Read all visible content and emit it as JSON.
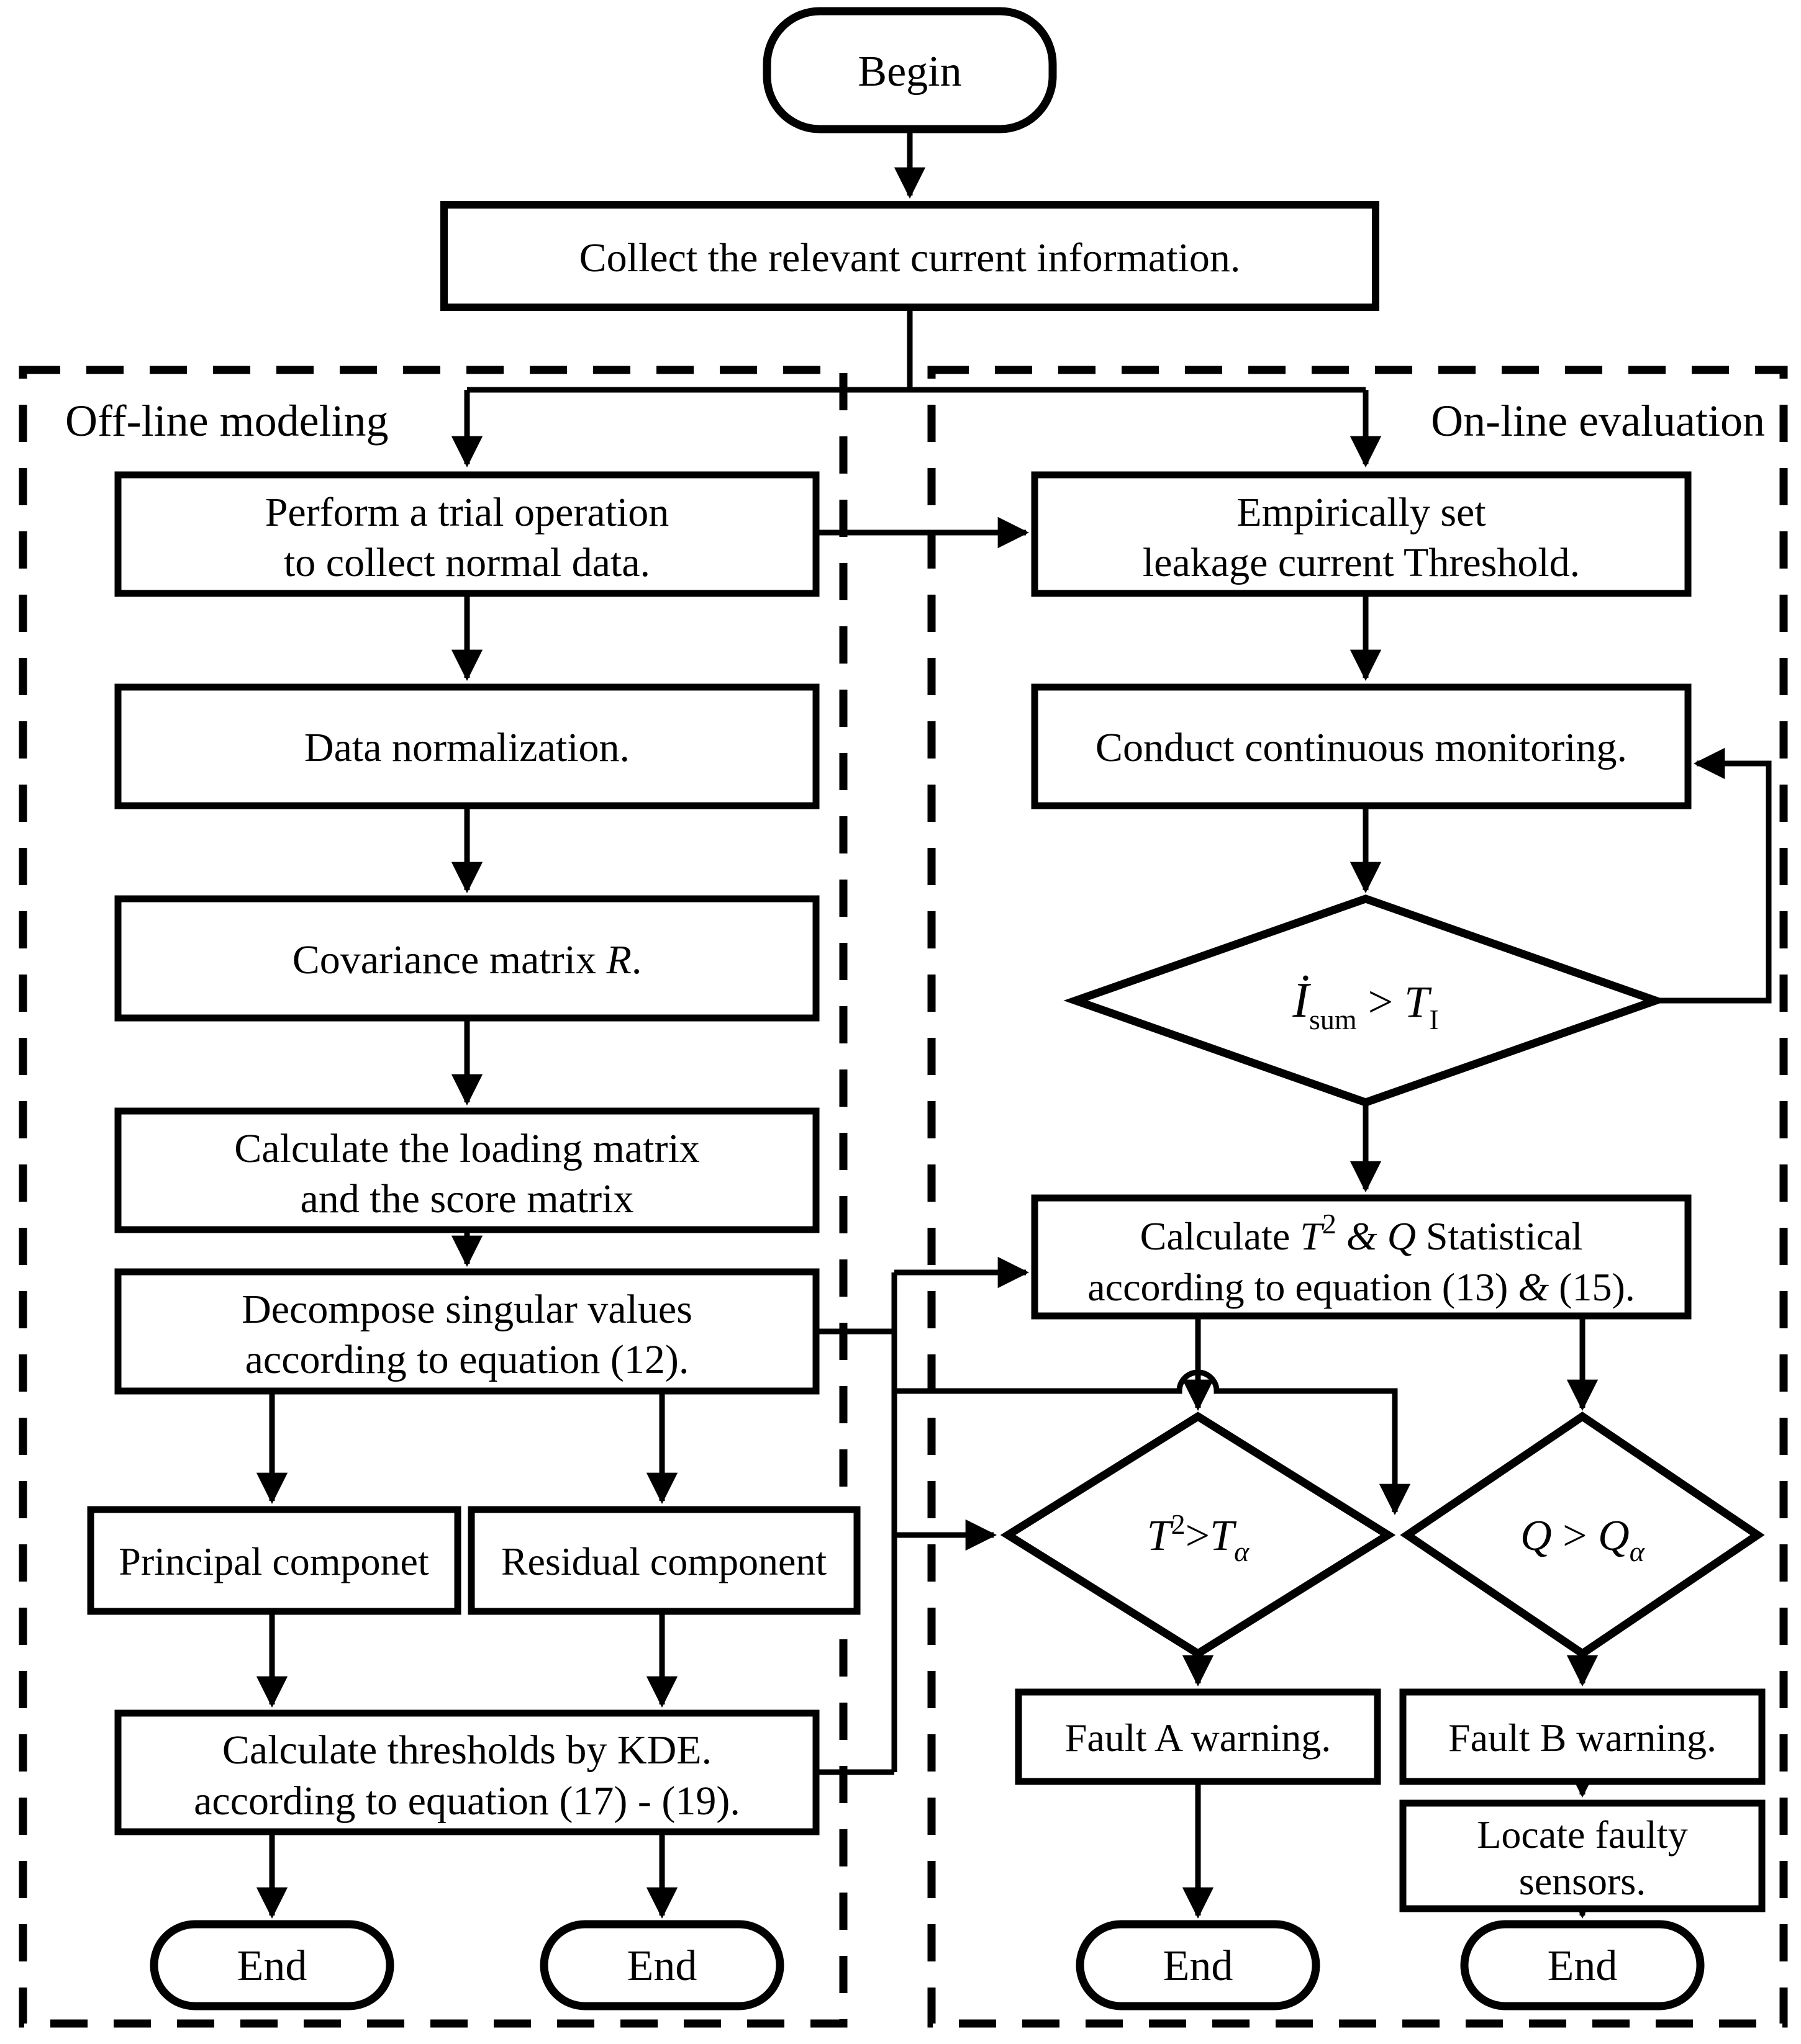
{
  "colors": {
    "ink": "#000000",
    "background": "#ffffff"
  },
  "labels": {
    "offline": "Off-line modeling",
    "online": "On-line evaluation"
  },
  "nodes": {
    "begin": "Begin",
    "end": "End",
    "collect": "Collect the relevant current information.",
    "perform": {
      "l1": "Perform a trial operation",
      "l2": "to collect normal data."
    },
    "normalize": "Data normalization.",
    "covariance": {
      "a": "Covariance matrix ",
      "r": "R",
      "b": "."
    },
    "loading": {
      "l1": "Calculate the loading matrix",
      "l2": "and the score matrix"
    },
    "decompose": {
      "l1": "Decompose singular values",
      "l2": "according to equation (12)."
    },
    "principal": "Principal componet",
    "residual": "Residual component",
    "kde": {
      "l1": "Calculate thresholds by KDE.",
      "l2": "according to equation (17) - (19)."
    },
    "empirically": {
      "l1": "Empirically set",
      "l2": "leakage current Threshold."
    },
    "conduct": "Conduct continuous monitoring.",
    "isum": {
      "i": "İ",
      "sub": "sum",
      "op": " > ",
      "t": "T",
      "tsub": "I"
    },
    "calc": {
      "a": "Calculate ",
      "t": "T",
      "sup": "2",
      "amp": " & ",
      "q": "Q",
      "b": " Statistical",
      "l2a": "according to equation (13) ",
      "l2amp": "&",
      "l2b": " (15)."
    },
    "t2": {
      "t": "T",
      "sup": "2",
      "op": ">",
      "t2": "T",
      "sub": "α"
    },
    "q": {
      "q": "Q",
      "op": " > ",
      "q2": "Q",
      "sub": "α"
    },
    "fault_a": "Fault A warning.",
    "fault_b": "Fault B warning.",
    "locate": {
      "l1": "Locate faulty",
      "l2": "sensors."
    }
  }
}
